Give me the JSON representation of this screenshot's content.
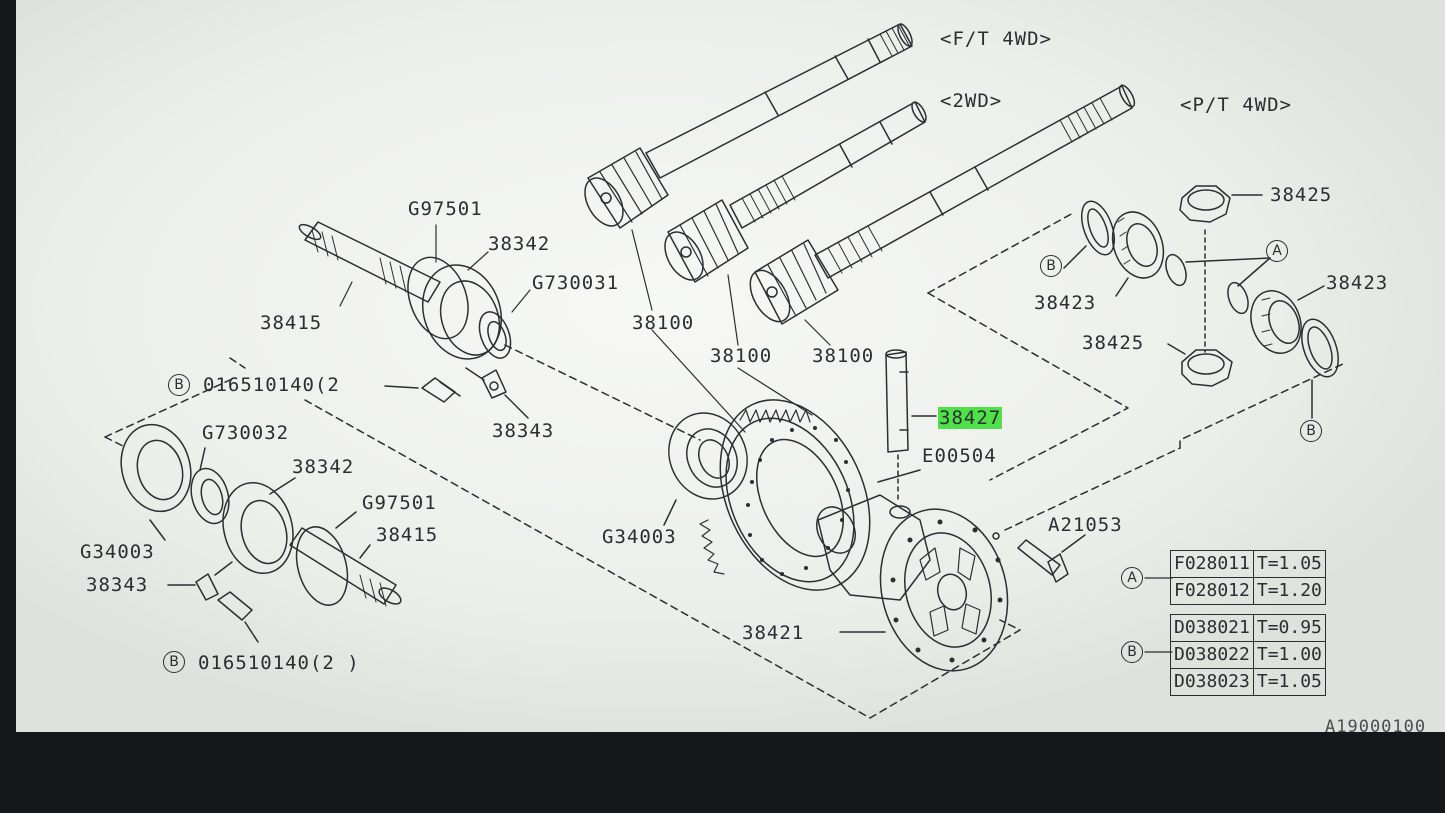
{
  "diagram": {
    "variants": {
      "ft_4wd": "<F/T 4WD>",
      "two_wd": "<2WD>",
      "pt_4wd": "<P/T 4WD>"
    },
    "callouts": {
      "g97501_top": "G97501",
      "p38342_top": "38342",
      "g730031": "G730031",
      "p38415_top": "38415",
      "p38100_a": "38100",
      "p38100_b": "38100",
      "p38100_c": "38100",
      "bolt_top": "016510140(2",
      "p38343_top": "38343",
      "p38427": "38427",
      "e00504": "E00504",
      "g730032": "G730032",
      "p38342_bot": "38342",
      "g97501_bot": "G97501",
      "p38415_bot": "38415",
      "g34003_left": "G34003",
      "p38343_bot": "38343",
      "bolt_bot": "016510140(2  )",
      "g34003_mid": "G34003",
      "a21053": "A21053",
      "p38421": "38421",
      "p38425_top": "38425",
      "p38423_left": "38423",
      "p38423_right": "38423",
      "p38425_bot": "38425"
    },
    "ref_marks": {
      "b_bolt_top": "B",
      "b_bolt_bot": "B",
      "b_left_washer": "B",
      "a_clips": "A",
      "b_right_washer": "B",
      "a_table": "A",
      "b_table": "B"
    },
    "table_a": [
      {
        "part": "F028011",
        "thickness": "T=1.05"
      },
      {
        "part": "F028012",
        "thickness": "T=1.20"
      }
    ],
    "table_b": [
      {
        "part": "D038021",
        "thickness": "T=0.95"
      },
      {
        "part": "D038022",
        "thickness": "T=1.00"
      },
      {
        "part": "D038023",
        "thickness": "T=1.05"
      }
    ],
    "figure_id": "A19000100"
  },
  "colors": {
    "paper": "#eef0ed",
    "ink": "#2b2f33",
    "highlight": "#4fe04a",
    "bezel": "#15181b"
  }
}
